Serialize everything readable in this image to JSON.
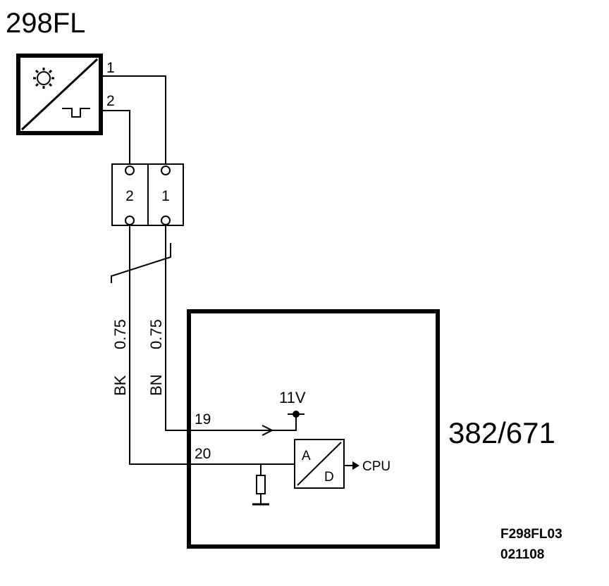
{
  "sensor": {
    "title": "298FL",
    "pin1": "1",
    "pin2": "2",
    "icon": "wheel-speed-sensor-icon"
  },
  "connector": {
    "cell_left": "2",
    "cell_right": "1"
  },
  "wires": {
    "left": {
      "color": "BK",
      "size": "0.75"
    },
    "right": {
      "color": "BN",
      "size": "0.75"
    }
  },
  "module": {
    "title": "382/671",
    "pin19": "19",
    "pin20": "20",
    "voltage": "11V",
    "adc_a": "A",
    "adc_d": "D",
    "output": "CPU"
  },
  "footer": {
    "line1": "F298FL03",
    "line2": "021108"
  }
}
